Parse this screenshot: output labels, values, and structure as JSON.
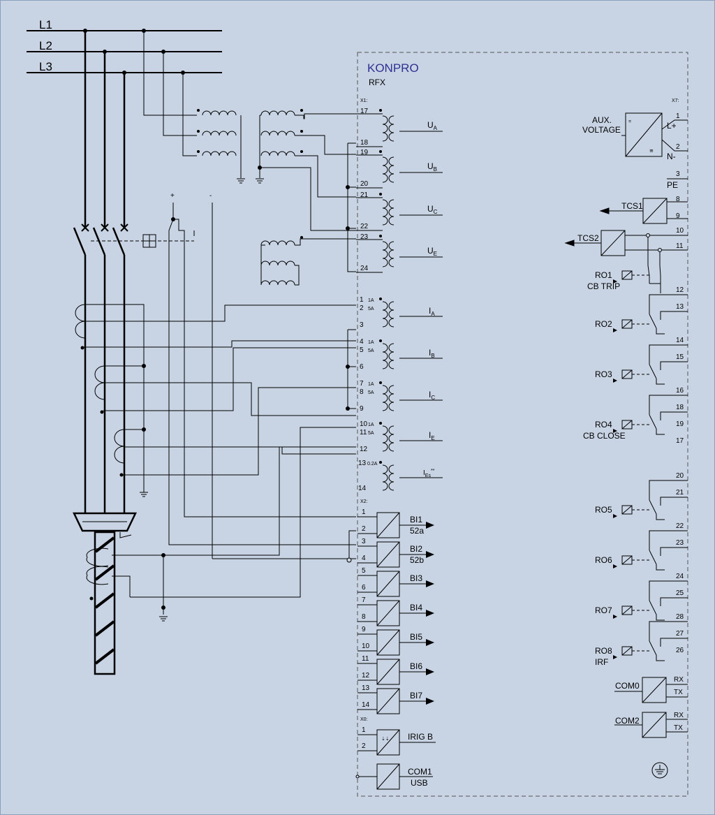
{
  "colors": {
    "background": "#c8d4e4",
    "brand": "#2e3192",
    "line": "#000000",
    "panel_border": "#555555"
  },
  "phases": [
    "L1",
    "L2",
    "L3"
  ],
  "device": {
    "brand": "KONPRO",
    "model": "RFX"
  },
  "polarity": {
    "plus": "+",
    "minus": "-"
  },
  "connectors": {
    "x1": "X1:",
    "x2": "X2:",
    "x0": "X0:",
    "x7": "X7:"
  },
  "voltage_inputs": [
    {
      "t1": "17",
      "t2": "18",
      "label": "U",
      "sub": "A"
    },
    {
      "t1": "19",
      "t2": "20",
      "label": "U",
      "sub": "B"
    },
    {
      "t1": "21",
      "t2": "22",
      "label": "U",
      "sub": "C"
    },
    {
      "t1": "23",
      "t2": "24",
      "label": "U",
      "sub": "E"
    }
  ],
  "current_inputs": [
    {
      "t1": "1",
      "r1": "1A",
      "t2": "2",
      "r2": "5A",
      "t3": "3",
      "label": "I",
      "sub": "A"
    },
    {
      "t1": "4",
      "r1": "1A",
      "t2": "5",
      "r2": "5A",
      "t3": "6",
      "label": "I",
      "sub": "B"
    },
    {
      "t1": "7",
      "r1": "1A",
      "t2": "8",
      "r2": "5A",
      "t3": "9",
      "label": "I",
      "sub": "C"
    },
    {
      "t1": "10",
      "r1": "1A",
      "t2": "11",
      "r2": "5A",
      "t3": "12",
      "label": "I",
      "sub": "E"
    }
  ],
  "sensitive_input": {
    "t1": "13",
    "r1": "0.2A",
    "t2": "14",
    "label": "I",
    "sub": "Es",
    "sup": "**"
  },
  "binary_inputs": [
    {
      "t1": "1",
      "t2": "2",
      "name": "BI1",
      "desc": "52a"
    },
    {
      "t1": "3",
      "t2": "4",
      "name": "BI2",
      "desc": "52b"
    },
    {
      "t1": "5",
      "t2": "6",
      "name": "BI3",
      "desc": ""
    },
    {
      "t1": "7",
      "t2": "8",
      "name": "BI4",
      "desc": ""
    },
    {
      "t1": "9",
      "t2": "10",
      "name": "BI5",
      "desc": ""
    },
    {
      "t1": "11",
      "t2": "12",
      "name": "BI6",
      "desc": ""
    },
    {
      "t1": "13",
      "t2": "14",
      "name": "BI7",
      "desc": ""
    }
  ],
  "irig": {
    "t1": "1",
    "t2": "2",
    "name": "IRIG B"
  },
  "usb": {
    "name": "COM1",
    "desc": "USB"
  },
  "aux_supply": {
    "label1": "AUX.",
    "label2": "VOLTAGE",
    "t1": "1",
    "pol1": "L+",
    "t2": "2",
    "pol2": "N-",
    "t3": "3",
    "pol3": "PE"
  },
  "tcs": [
    {
      "name": "TCS1",
      "t1": "8",
      "t2": "9"
    },
    {
      "name": "TCS2",
      "t1": "10",
      "t2": "11"
    }
  ],
  "relay_outputs": [
    {
      "name": "RO1",
      "desc": "CB TRIP",
      "terms": []
    },
    {
      "name": "RO2",
      "desc": "",
      "terms": [
        "12",
        "13"
      ]
    },
    {
      "name": "RO3",
      "desc": "",
      "terms": [
        "14",
        "15"
      ]
    },
    {
      "name": "RO4",
      "desc": "CB CLOSE",
      "terms": [
        "16",
        "18",
        "19",
        "17"
      ]
    },
    {
      "name": "RO5",
      "desc": "",
      "terms": [
        "20",
        "21"
      ]
    },
    {
      "name": "RO6",
      "desc": "",
      "terms": [
        "22",
        "23"
      ]
    },
    {
      "name": "RO7",
      "desc": "",
      "terms": [
        "24",
        "25"
      ]
    },
    {
      "name": "RO8",
      "desc": "IRF",
      "terms": [
        "28",
        "27",
        "26"
      ]
    }
  ],
  "comms": [
    {
      "name": "COM0",
      "rx": "RX",
      "tx": "TX"
    },
    {
      "name": "COM2",
      "rx": "RX",
      "tx": "TX"
    }
  ]
}
